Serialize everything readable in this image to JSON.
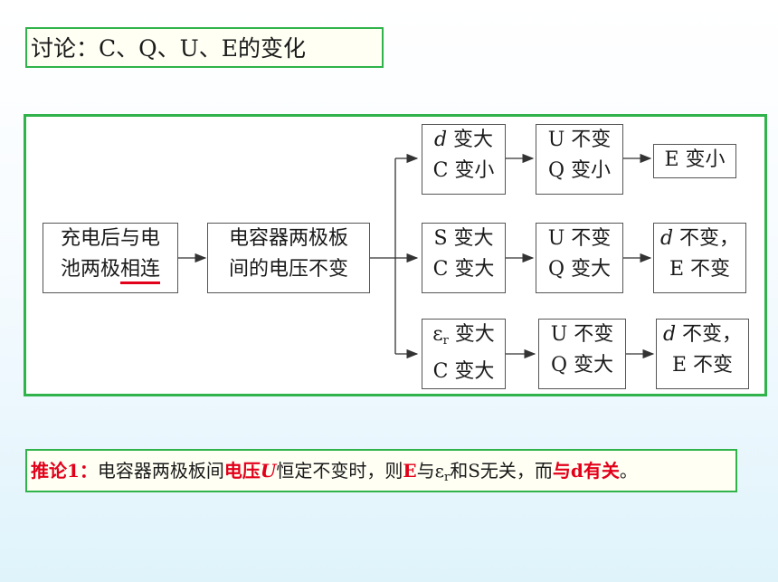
{
  "title": "讨论：C、Q、U、E的变化",
  "diagram": {
    "start": {
      "line1": "充电后与电",
      "line2_a": "池两极",
      "line2_b": "相连"
    },
    "middle": {
      "line1": "电容器两极板",
      "line2": "间的电压不变"
    },
    "rows": [
      {
        "cond": {
          "var": "d",
          "rest1": " 变大",
          "line2": "C 变小"
        },
        "effect": {
          "line1": "U 不变",
          "line2": "Q 变小"
        },
        "result": {
          "line1": "E 变小"
        }
      },
      {
        "cond": {
          "var": "S",
          "rest1": " 变大",
          "line2": "C 变大"
        },
        "effect": {
          "line1": "U 不变",
          "line2": "Q 变大"
        },
        "result": {
          "var": "d",
          "rest1": " 不变，",
          "line2": "E 不变"
        }
      },
      {
        "cond": {
          "var": "ε",
          "sub": "r",
          "rest1": " 变大",
          "line2": "C 变大"
        },
        "effect": {
          "line1": "U 不变",
          "line2": "Q 变大"
        },
        "result": {
          "var": "d",
          "rest1": " 不变，",
          "line2": "E 不变"
        }
      }
    ]
  },
  "note": {
    "label": "推论1：",
    "t1": "电容器两极板间",
    "t2": "电压",
    "t3": "U",
    "t4": "恒定不变时，则",
    "t5": "E",
    "t6": "与ε",
    "t6sub": "r",
    "t7": "和S无关，而",
    "t8": "与d有关",
    "t9": "。"
  },
  "colors": {
    "border_green": "#2fb34a",
    "highlight_red": "#e2001a"
  }
}
